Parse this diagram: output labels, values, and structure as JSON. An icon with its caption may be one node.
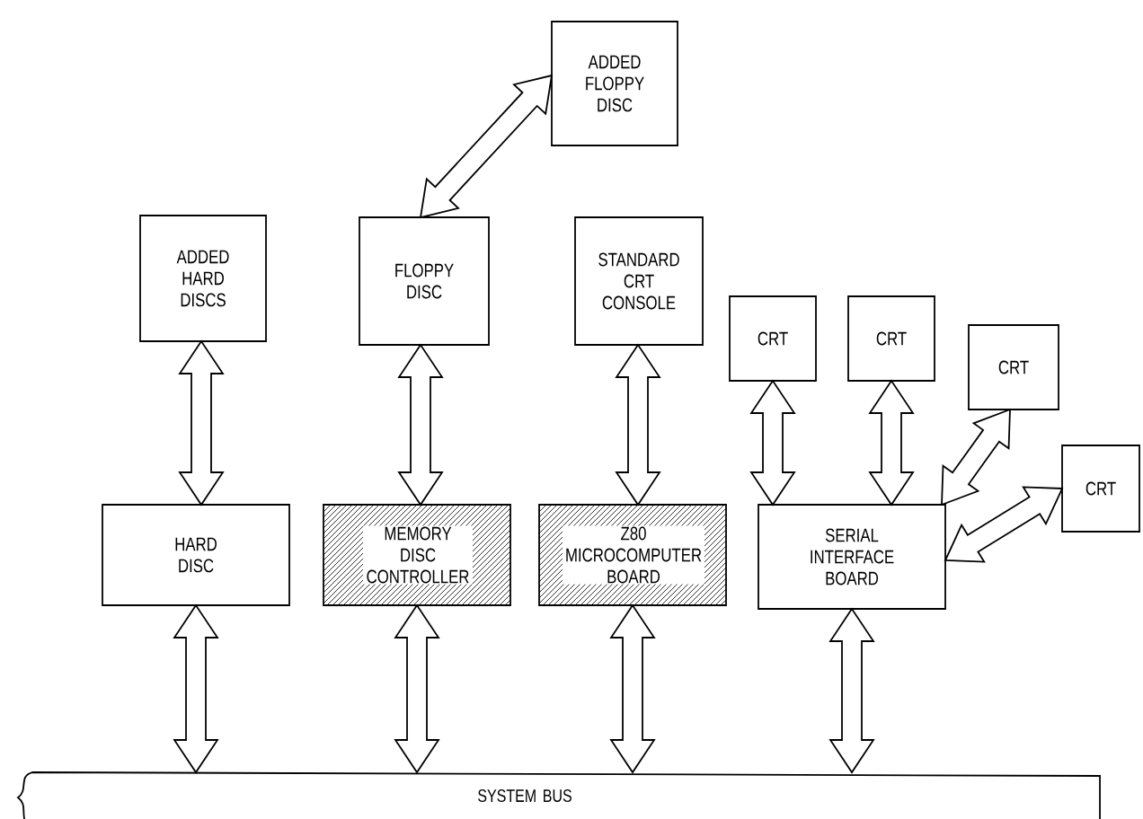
{
  "diagram": {
    "nodes": [
      {
        "text": [
          "ADDED FLOPPY DISC"
        ]
      },
      {
        "text": [
          "ADDED HARD DISCS"
        ]
      },
      {
        "text": [
          "FLOPPY DISC"
        ]
      },
      {
        "text": [
          "STANDARD CRT CONSOLE"
        ]
      },
      {
        "text": [
          "CRT"
        ]
      },
      {
        "text": [
          "CRT"
        ]
      },
      {
        "text": [
          "CRT"
        ]
      },
      {
        "text": [
          "CRT"
        ]
      },
      {
        "text": [
          "HARD DISC"
        ]
      },
      {
        "text": [
          "MEMORY DISC CONTROLLER"
        ]
      },
      {
        "text": [
          "Z80 MICROCOMPUTER BOARD"
        ]
      },
      {
        "text": [
          "SERIAL INTERFACE BOARD"
        ]
      },
      {
        "text": [
          "SYSTEM BUS"
        ]
      }
    ],
    "edges": [
      {
        "from": 2,
        "to": 0,
        "arrow": "both"
      },
      {
        "from": 1,
        "to": 8,
        "arrow": "both"
      },
      {
        "from": 2,
        "to": 9,
        "arrow": "both"
      },
      {
        "from": 3,
        "to": 10,
        "arrow": "both"
      },
      {
        "from": 4,
        "to": 11,
        "arrow": "both"
      },
      {
        "from": 5,
        "to": 11,
        "arrow": "both"
      },
      {
        "from": 6,
        "to": 11,
        "arrow": "both"
      },
      {
        "from": 7,
        "to": 11,
        "arrow": "both"
      },
      {
        "from": 8,
        "to": 12,
        "arrow": "both"
      },
      {
        "from": 9,
        "to": 12,
        "arrow": "both"
      },
      {
        "from": 10,
        "to": 12,
        "arrow": "both"
      },
      {
        "from": 11,
        "to": 12,
        "arrow": "both"
      }
    ]
  }
}
